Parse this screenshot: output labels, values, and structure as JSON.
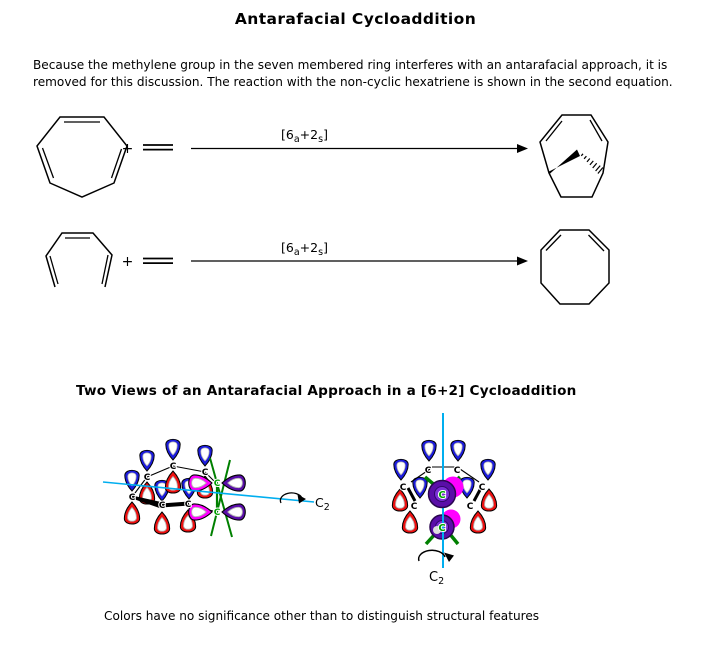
{
  "title": "Antarafacial Cycloaddition",
  "intro_lines": [
    "Because the methylene group in the seven membered ring interferes with an antarafacial approach, it is",
    "removed for this discussion. The reaction with the non-cyclic hexatriene is shown in the second equation."
  ],
  "subtitle": "Two Views of an Antarafacial Approach in a [6+2] Cycloaddition",
  "footnote": "Colors have no significance other than to distinguish structural features",
  "symbols": {
    "plus": "+",
    "atom_c": "C",
    "sub_2": "2",
    "rxn_open": "[6",
    "rxn_sub_a": "a",
    "rxn_mid": "+2",
    "rxn_sub_s": "s",
    "rxn_close": "]"
  },
  "colors": {
    "lobe_blue": "#1C1CDC",
    "lobe_red": "#EE1010",
    "lobe_magenta": "#FF00FF",
    "lobe_purple": "#5A0EA8",
    "disc_purple": "#5A0EA8",
    "disc_inner_purple": "#7B2FD6",
    "bond_green": "#008000",
    "atom_green": "#00A000",
    "axis_cyan": "#00AEEF"
  }
}
